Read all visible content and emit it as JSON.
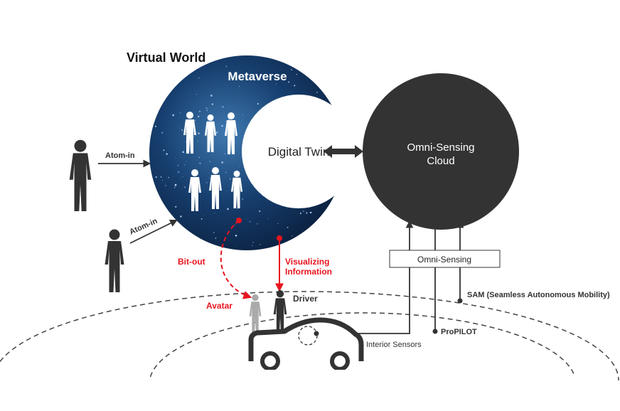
{
  "title": "Virtual World",
  "metaverse_label": "Metaverse",
  "digital_twin_label": "Digital Twin",
  "cloud": {
    "line1": "Omni-Sensing",
    "line2": "Cloud"
  },
  "omni_sensing_box": "Omni-Sensing",
  "atom_in_1": "Atom-in",
  "atom_in_2": "Atom-in",
  "bit_out": "Bit-out",
  "visualizing": {
    "line1": "Visualizing",
    "line2": "Information"
  },
  "avatar": "Avatar",
  "driver": "Driver",
  "sam": "SAM (Seamless Autonomous Mobility)",
  "propilot": "ProPILOT",
  "interior_sensors": "Interior Sensors",
  "colors": {
    "red": "#e8141e",
    "dark": "#333333",
    "space": "#10305a"
  }
}
